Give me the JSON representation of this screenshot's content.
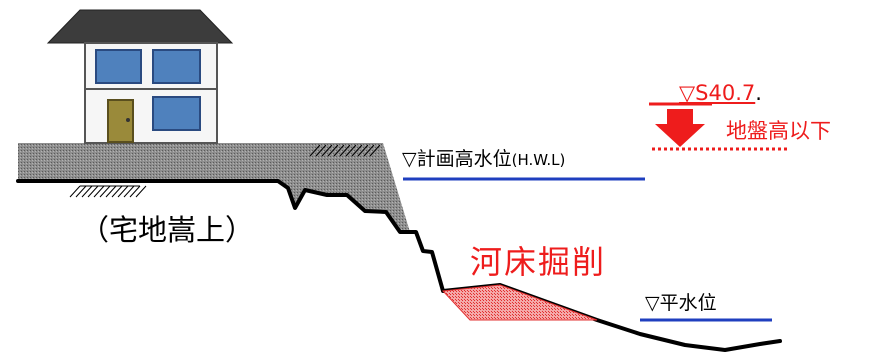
{
  "labels": {
    "hwl_main": "▽計画高水位",
    "hwl_abbr": "(H.W.L)",
    "embankment": "（宅地嵩上）",
    "excavation": "河床掘削",
    "normal_water": "▽平水位",
    "ground_level": "▽S40.7",
    "ground_level_suffix": ".",
    "ground_lowering": "地盤高以下"
  },
  "colors": {
    "red": "#ee1c1c",
    "blue": "#1f3fbf",
    "fill_gray": "#8c8c8c",
    "excavation_fill": "#f2a0a0",
    "house_wall": "#f4f4f4",
    "window": "#4f81bd",
    "door": "#9a8a3a",
    "roof": "#3a3a3a"
  }
}
